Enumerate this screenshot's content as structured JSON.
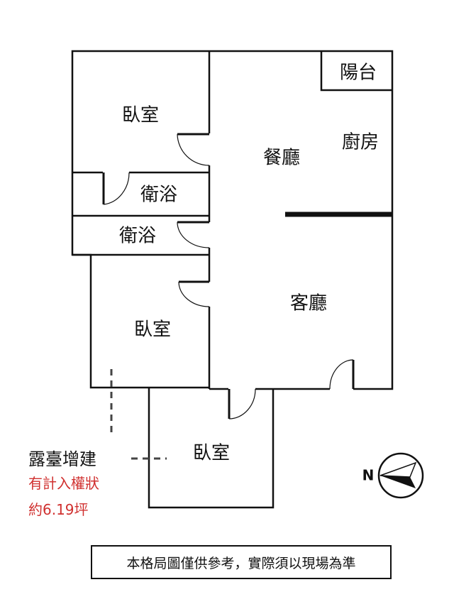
{
  "rooms": {
    "bedroom_1": "臥室",
    "dining": "餐廳",
    "kitchen": "廚房",
    "balcony": "陽台",
    "bathroom_1": "衛浴",
    "bathroom_2": "衛浴",
    "living": "客廳",
    "bedroom_2": "臥室",
    "bedroom_3": "臥室"
  },
  "annotation": {
    "title": "露臺增建",
    "line1": "有計入權狀",
    "line2": "約6.19坪",
    "color": "#d0302f"
  },
  "compass": {
    "label": "N"
  },
  "notice": "本格局圖僅供參考，實際須以現場為準"
}
